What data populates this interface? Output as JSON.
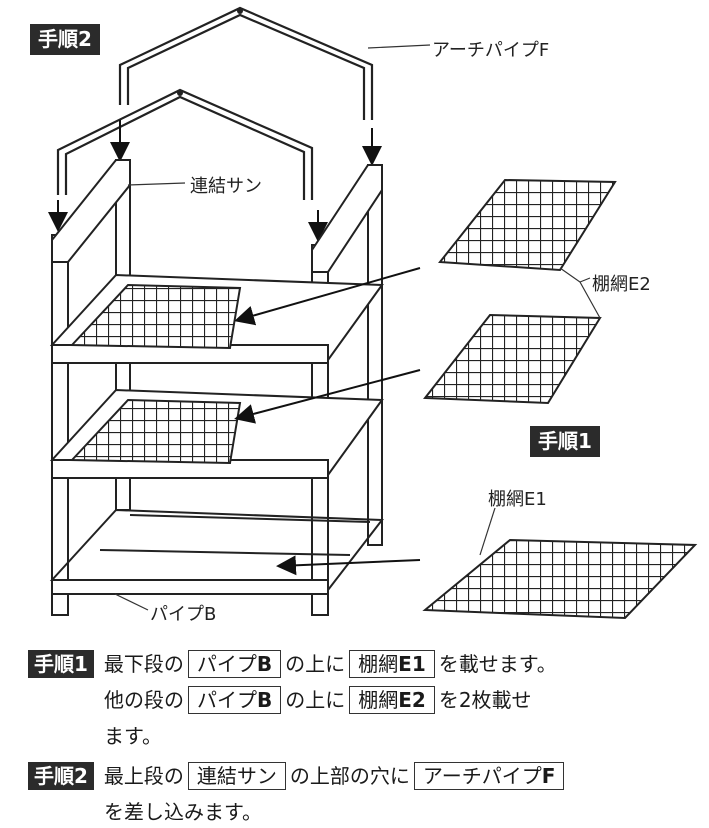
{
  "figure": {
    "step2_tag": "手順2",
    "step1_tag": "手順1",
    "label_arch_pipe": "アーチパイプF",
    "label_connector": "連結サン",
    "label_shelf_net_e2": "棚網E2",
    "label_shelf_net_e1": "棚網E1",
    "label_pipe_b": "パイプB"
  },
  "instructions": {
    "step1": {
      "tag": "手順1",
      "l1_a": "最下段の",
      "l1_box1_text": "パイプ",
      "l1_box1_code": "B",
      "l1_b": "の上に",
      "l1_box2_text": "棚網",
      "l1_box2_code": "E1",
      "l1_c": "を載せます。",
      "l2_a": "他の段の",
      "l2_box1_text": "パイプ",
      "l2_box1_code": "B",
      "l2_b": "の上に",
      "l2_box2_text": "棚網",
      "l2_box2_code": "E2",
      "l2_c": "を2枚載せ",
      "l3": "ます。"
    },
    "step2": {
      "tag": "手順2",
      "l1_a": "最上段の",
      "l1_box1_text": "連結サン",
      "l1_b": "の上部の穴に",
      "l1_box2_text": "アーチパイプ",
      "l1_box2_code": "F",
      "l2": "を差し込みます。"
    }
  }
}
